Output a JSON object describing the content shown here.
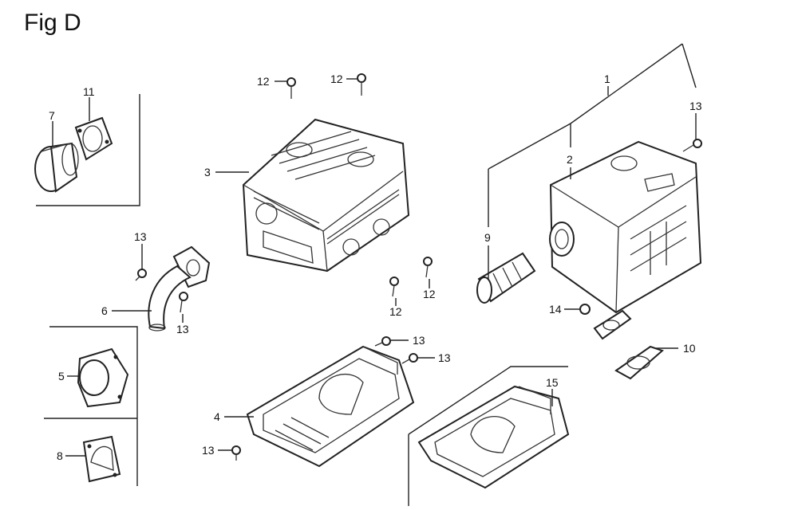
{
  "figure": {
    "title": "Fig D"
  },
  "callouts": {
    "p1": "1",
    "p2": "2",
    "p3": "3",
    "p4": "4",
    "p5": "5",
    "p6": "6",
    "p7": "7",
    "p8": "8",
    "p9": "9",
    "p10": "10",
    "p11": "11",
    "p12": "12",
    "p13": "13",
    "p14": "14",
    "p15": "15"
  },
  "colors": {
    "ink": "#222222",
    "background": "#ffffff"
  }
}
